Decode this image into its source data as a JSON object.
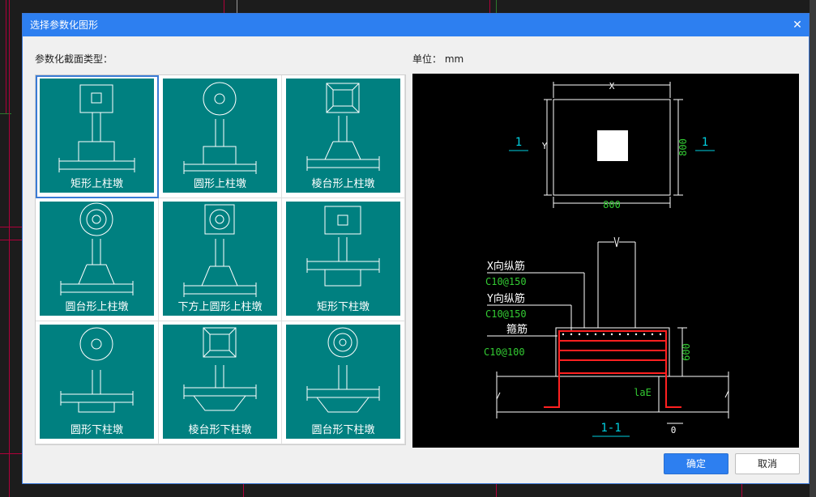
{
  "dialog": {
    "title": "选择参数化图形",
    "section_label": "参数化截面类型：",
    "unit_label": "单位：",
    "unit_value": "mm",
    "ok_label": "确定",
    "cancel_label": "取消",
    "close_glyph": "✕"
  },
  "shapes": [
    {
      "label": "矩形上柱墩",
      "selected": true
    },
    {
      "label": "圆形上柱墩",
      "selected": false
    },
    {
      "label": "棱台形上柱墩",
      "selected": false
    },
    {
      "label": "圆台形上柱墩",
      "selected": false
    },
    {
      "label": "下方上圆形上柱墩",
      "selected": false
    },
    {
      "label": "矩形下柱墩",
      "selected": false
    },
    {
      "label": "圆形下柱墩",
      "selected": false
    },
    {
      "label": "棱台形下柱墩",
      "selected": false
    },
    {
      "label": "圆台形下柱墩",
      "selected": false
    }
  ],
  "preview": {
    "dim_x": "X",
    "dim_y": "Y",
    "dim_width": "800",
    "dim_height": "800",
    "section_mark_left": "1",
    "section_mark_right": "1",
    "x_rebar_label": "X向纵筋",
    "x_rebar_value": "C10@150",
    "y_rebar_label": "Y向纵筋",
    "y_rebar_value": "C10@150",
    "stirrup_label": "箍筋",
    "stirrup_value": "C10@100",
    "dim_depth": "600",
    "dim_lae": "laE",
    "dim_zero": "0",
    "section_title": "1-1"
  },
  "colors": {
    "title_bar": "#2d7ff0",
    "thumb_bg": "#008080",
    "preview_bg": "#000000",
    "dim_green": "#33cc33",
    "rebar_red": "#ff2020",
    "mark_cyan": "#00d0e0"
  }
}
